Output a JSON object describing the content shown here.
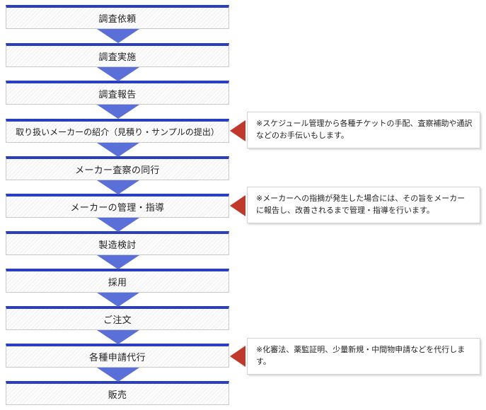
{
  "flow": {
    "steps": [
      "調査依頼",
      "調査実施",
      "調査報告",
      "取り扱いメーカーの紹介（見積り・サンプルの提出）",
      "メーカー査察の同行",
      "メーカーの管理・指導",
      "製造検討",
      "採用",
      "ご注文",
      "各種申請代行",
      "販売"
    ],
    "notes": [
      "※スケジュール管理から各種チケットの手配、査察補助や通訳などのお手伝いもします。",
      "※メーカーへの指摘が発生した場合には、その旨をメーカーに報告し、改善されるまで管理・指導を行います。",
      "※化審法、薬監証明、少量新規・中間物申請などを代行します。"
    ]
  },
  "colors": {
    "step_top_border": "#2a3fbf",
    "flow_arrow": "#5a6fd8",
    "note_pointer": "#c0392b"
  }
}
